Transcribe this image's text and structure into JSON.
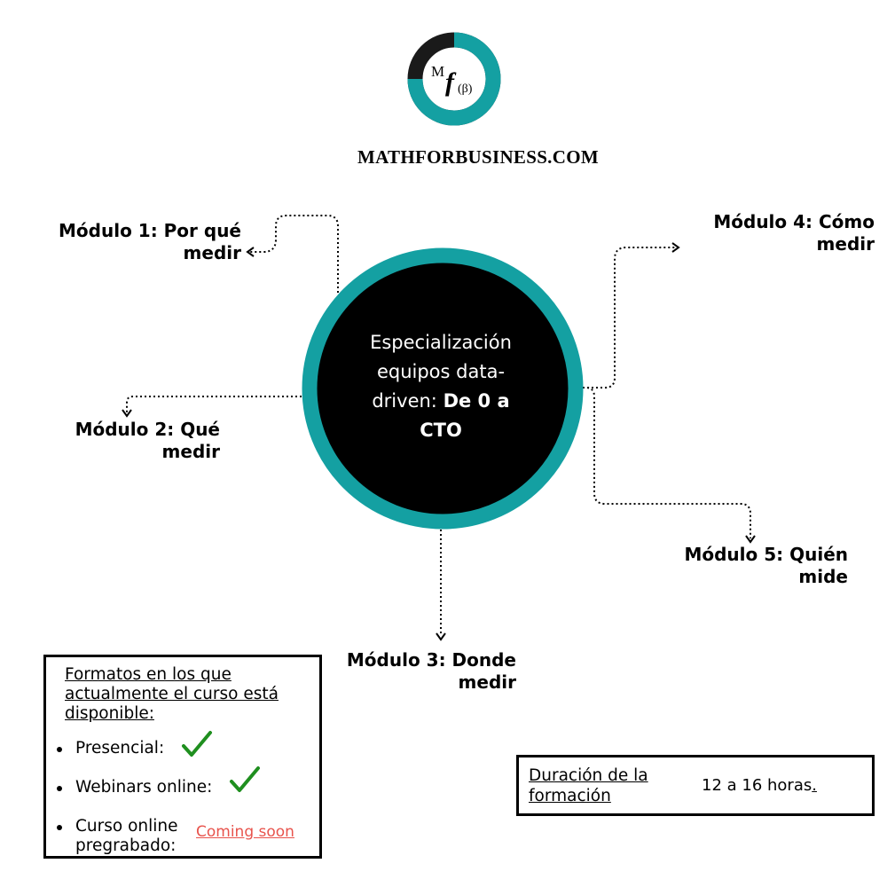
{
  "logo": {
    "monogram_top": "M",
    "monogram_main": "f",
    "monogram_sub": "(β)",
    "site_name": "MATHFORBUSINESS.COM",
    "ring_color": "#14a0a2"
  },
  "center": {
    "text_line1": "Especialización",
    "text_line2": "equipos data-",
    "text_line3_plain": "driven: ",
    "text_line3_bold": "De 0 a",
    "text_line4_bold": "CTO",
    "ring_color": "#14a0a2",
    "fill_color": "#000000"
  },
  "modules": {
    "m1": {
      "line1": "Módulo 1: Por qué",
      "line2": "medir"
    },
    "m2": {
      "line1": "Módulo 2: Qué",
      "line2": "medir"
    },
    "m3": {
      "line1": "Módulo 3: Donde",
      "line2": "medir"
    },
    "m4": {
      "line1": "Módulo 4: Cómo",
      "line2": "medir"
    },
    "m5": {
      "line1": "Módulo 5: Quién",
      "line2": "mide"
    }
  },
  "formats": {
    "title": "Formatos en los que actualmente el curso está disponible:",
    "items": [
      {
        "label": "Presencial:",
        "status_icon": "check-icon"
      },
      {
        "label": "Webinars online:",
        "status_icon": "check-icon"
      },
      {
        "label_line1": "Curso online",
        "label_line2": "pregrabado:",
        "status_text": "Coming soon"
      }
    ],
    "check_color": "#1f8f1f",
    "coming_soon_color": "#e8534c"
  },
  "duration": {
    "label": "Duración de la formación",
    "value": "12 a 16 horas",
    "value_tail": ". "
  }
}
